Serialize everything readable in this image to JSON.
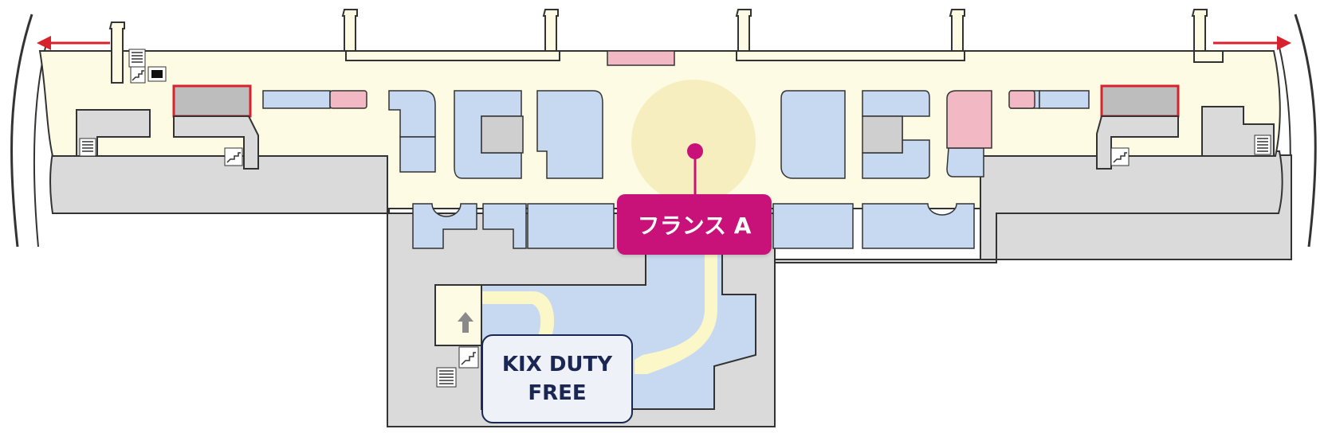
{
  "map": {
    "highlight_label": "フランス A",
    "duty_free_label_line1": "KIX DUTY",
    "duty_free_label_line2": "FREE",
    "icons": [
      "escalator-icon",
      "elevator-icon",
      "stairs-icon",
      "arrow-up-icon",
      "arrow-left-icon",
      "arrow-right-icon"
    ],
    "colors": {
      "concourse": "#fdfbe3",
      "shop": "#c7d9f0",
      "restricted": "#dadada",
      "service": "#f2b9c5",
      "highlight": "#c8127a",
      "direction_arrow": "#d8222e",
      "outline": "#2a2a2a"
    }
  }
}
